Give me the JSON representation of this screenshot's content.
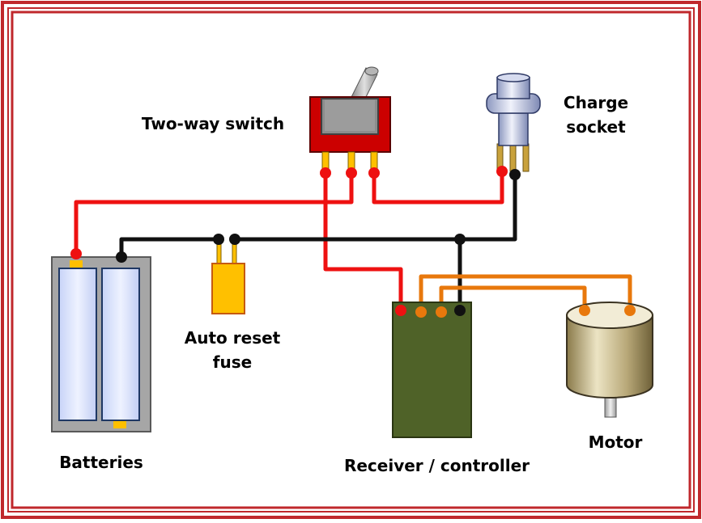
{
  "frame": {
    "outer_color": "#c0282c",
    "inner_color": "#c0282c"
  },
  "labels": {
    "switch": "Two-way switch",
    "socket_line1": "Charge",
    "socket_line2": "socket",
    "fuse_line1": "Auto reset",
    "fuse_line2": "fuse",
    "batteries": "Batteries",
    "receiver": "Receiver / controller",
    "motor": "Motor"
  },
  "colors": {
    "red_wire": "#ee1111",
    "black_wire": "#111111",
    "orange_wire": "#e8780c",
    "receiver_body": "#4f6228",
    "fuse_body": "#ffc000",
    "switch_body": "#cc0000",
    "battery_case": "#a6a6a6"
  }
}
